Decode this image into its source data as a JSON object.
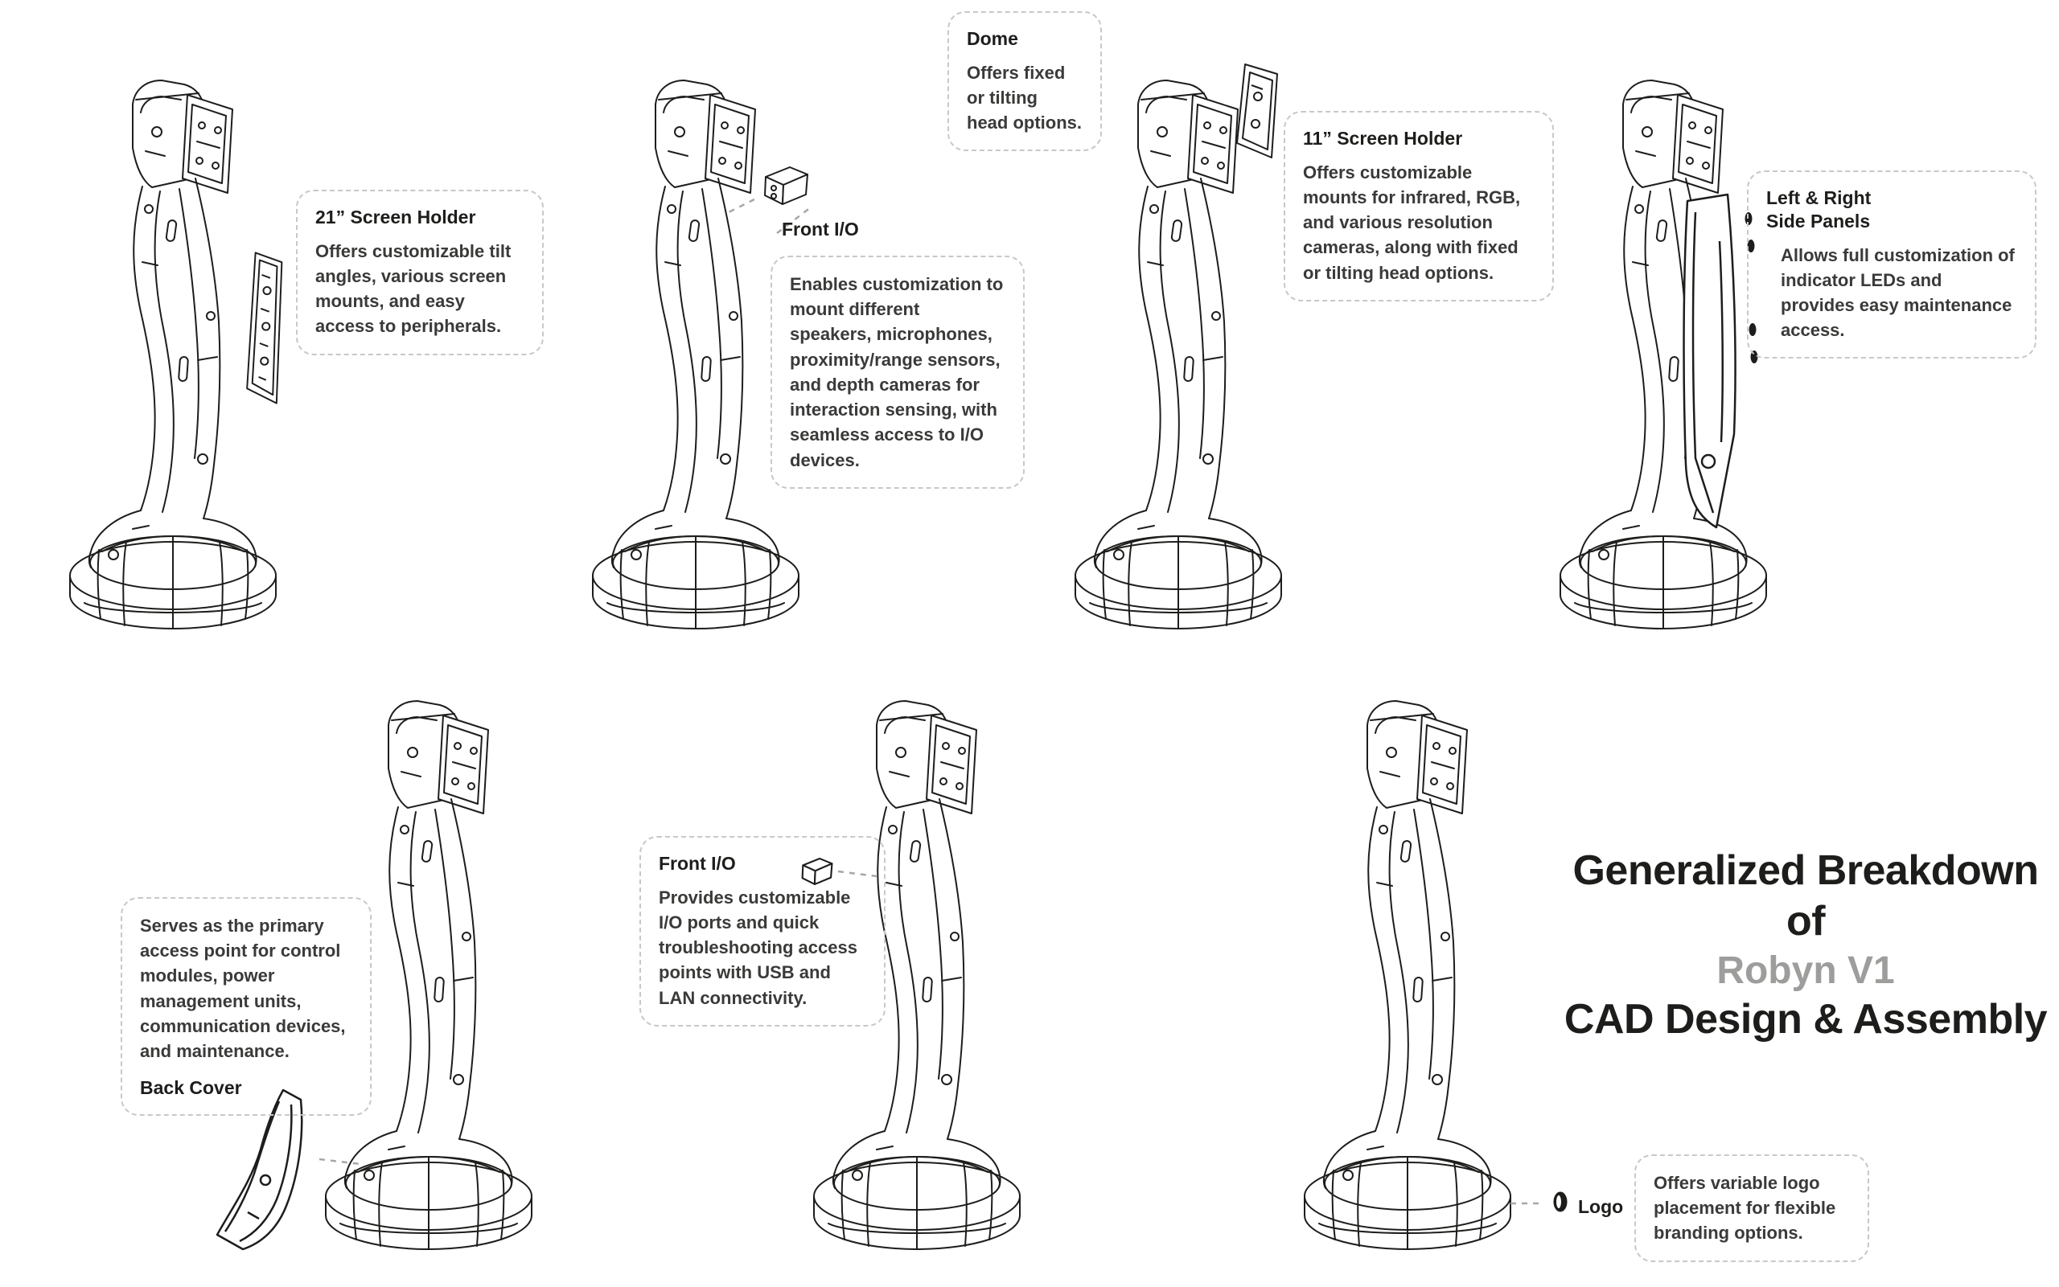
{
  "colors": {
    "line": "#1d1d1b",
    "accent": "#9d9d9c",
    "callout_border": "#c8c8c7",
    "body_text": "#3a3a39"
  },
  "title": {
    "line1": "Generalized Breakdown of",
    "line2": "Robyn V1",
    "line3": "CAD Design & Assembly"
  },
  "callouts": {
    "screen_holder_21": {
      "label": "21” Screen Holder",
      "body": "Offers customizable tilt angles, various screen mounts, and easy access to peripherals."
    },
    "dome": {
      "label": "Dome",
      "body": "Offers fixed or tilting head options."
    },
    "front_io_top": {
      "label": "Front I/O",
      "body": "Enables customization to mount different speakers, microphones, proximity/range sensors, and depth cameras for interaction sensing, with seamless access to I/O devices."
    },
    "screen_holder_11": {
      "label": "11” Screen Holder",
      "body": "Offers customizable mounts for infrared, RGB, and various resolution cameras, along with fixed or tilting head options."
    },
    "side_panels": {
      "label": "Left & Right Side Panels",
      "body": "Allows full customization of indicator LEDs and provides easy maintenance access."
    },
    "back_cover": {
      "label": "Back Cover",
      "body": "Serves as the primary access point for control modules, power management units, communication devices, and maintenance."
    },
    "front_io_bottom": {
      "label": "Front I/O",
      "body": "Provides customizable I/O ports and quick troubleshooting access points with USB and LAN connectivity."
    },
    "logo": {
      "label": "Logo",
      "body": "Offers variable logo placement for flexible branding options."
    }
  }
}
